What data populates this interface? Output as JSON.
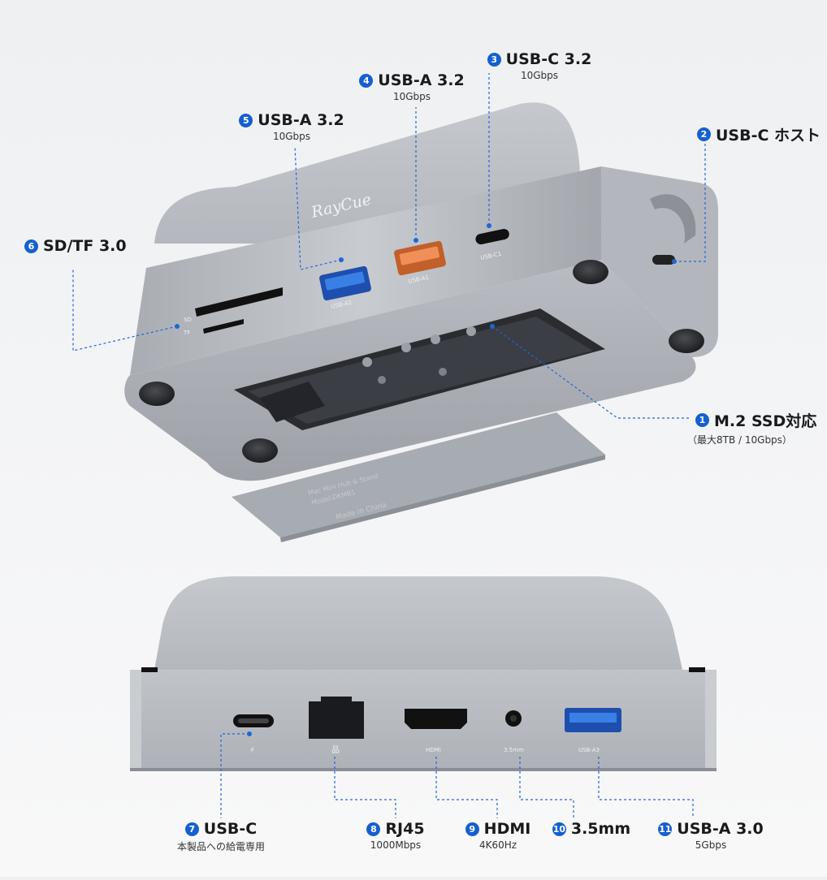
{
  "brand": "RayCue",
  "device_port_labels": {
    "sd": "SD",
    "tf": "TF",
    "usb_a2": "USB-A2",
    "usb_a1": "USB-A1",
    "usb_c1": "USB-C1",
    "hdmi": "HDMI",
    "jack": "3.5mm",
    "usb_a3": "USB-A3"
  },
  "bottom_plate_text": [
    "Mac Mini Hub & Stand",
    "Model:DKMB1",
    "Made in China"
  ],
  "callouts": [
    {
      "id": "1",
      "title": "M.2 SSD対応",
      "sub": "（最大8TB / 10Gbps）"
    },
    {
      "id": "2",
      "title": "USB-C ホスト",
      "sub": ""
    },
    {
      "id": "3",
      "title": "USB-C 3.2",
      "sub": "10Gbps"
    },
    {
      "id": "4",
      "title": "USB-A 3.2",
      "sub": "10Gbps"
    },
    {
      "id": "5",
      "title": "USB-A 3.2",
      "sub": "10Gbps"
    },
    {
      "id": "6",
      "title": "SD/TF 3.0",
      "sub": ""
    },
    {
      "id": "7",
      "title": "USB-C",
      "sub": "本製品への給電専用"
    },
    {
      "id": "8",
      "title": "RJ45",
      "sub": "1000Mbps"
    },
    {
      "id": "9",
      "title": "HDMI",
      "sub": "4K60Hz"
    },
    {
      "id": "10",
      "title": "3.5mm",
      "sub": ""
    },
    {
      "id": "11",
      "title": "USB-A 3.0",
      "sub": "5Gbps"
    }
  ],
  "colors": {
    "callout_blue": "#1560d0",
    "usb3_blue": "#2f6fd8",
    "usb_orange": "#e8834a",
    "shell": "#b8bcc2"
  }
}
